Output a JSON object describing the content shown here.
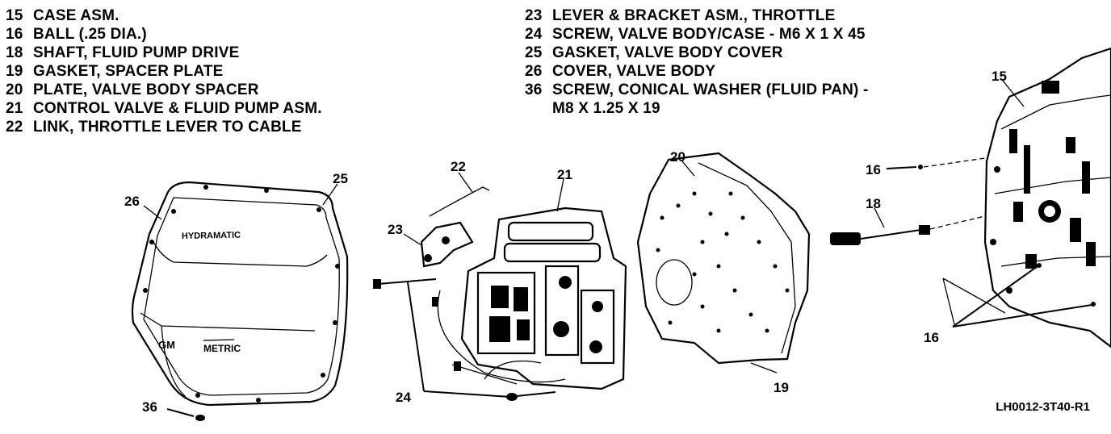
{
  "legend_left": [
    {
      "num": "15",
      "text": "CASE ASM."
    },
    {
      "num": "16",
      "text": "BALL (.25 DIA.)"
    },
    {
      "num": "18",
      "text": "SHAFT, FLUID PUMP DRIVE"
    },
    {
      "num": "19",
      "text": "GASKET, SPACER PLATE"
    },
    {
      "num": "20",
      "text": "PLATE, VALVE BODY SPACER"
    },
    {
      "num": "21",
      "text": "CONTROL VALVE & FLUID PUMP ASM."
    },
    {
      "num": "22",
      "text": "LINK, THROTTLE LEVER TO CABLE"
    }
  ],
  "legend_right": [
    {
      "num": "23",
      "text": "LEVER & BRACKET ASM., THROTTLE"
    },
    {
      "num": "24",
      "text": "SCREW, VALVE BODY/CASE - M6 X 1 X 45"
    },
    {
      "num": "25",
      "text": "GASKET, VALVE BODY COVER"
    },
    {
      "num": "26",
      "text": "COVER, VALVE BODY"
    },
    {
      "num": "36",
      "text": "SCREW, CONICAL WASHER (FLUID PAN) -",
      "cont": "M8 X 1.25 X 19"
    }
  ],
  "callouts": {
    "c15": "15",
    "c16a": "16",
    "c16b": "16",
    "c18": "18",
    "c19": "19",
    "c20": "20",
    "c21": "21",
    "c22": "22",
    "c23": "23",
    "c24": "24",
    "c25": "25",
    "c26": "26",
    "c36": "36"
  },
  "cover_text": {
    "brand": "HYDRAMATIC",
    "logo": "GM",
    "metric": "METRIC"
  },
  "reference": "LH0012-3T40-R1"
}
